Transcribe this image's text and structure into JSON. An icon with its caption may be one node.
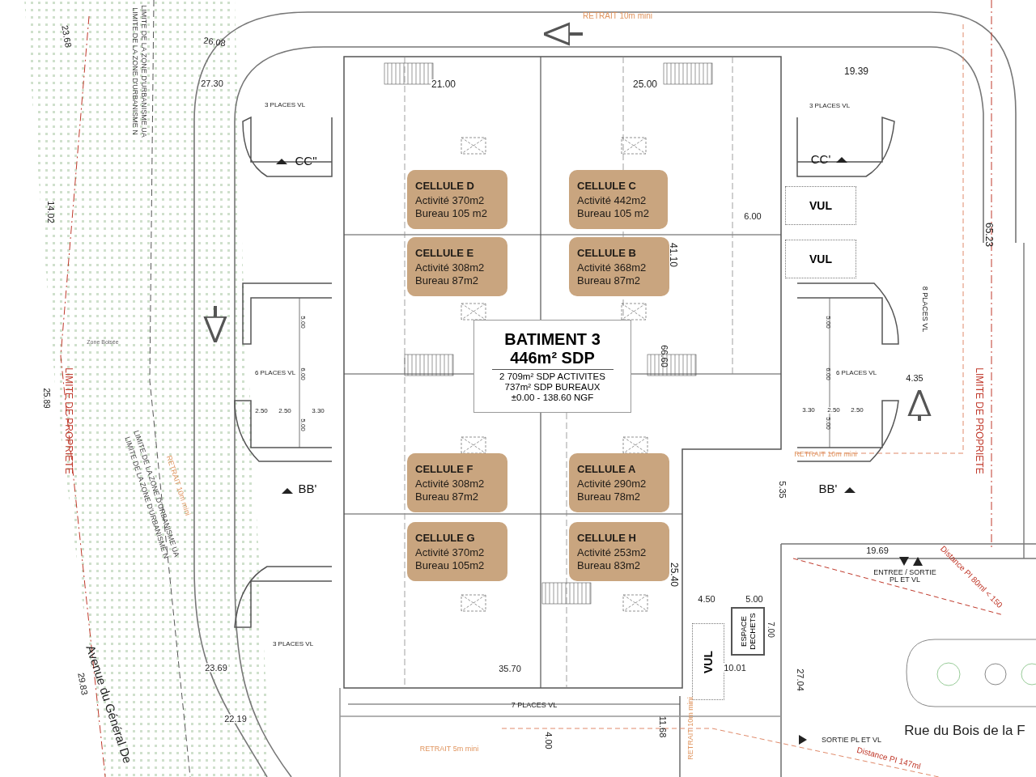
{
  "diagram": {
    "nodes": [
      {
        "text": [
          "BATIMENT 3 446m² SDP",
          "2 709m² SDP ACTIVITES 737m² SDP BUREAUX ±0.00 - 138.60 NGF"
        ]
      },
      {
        "text": [
          "CELLULE D",
          "Activité 370m2 Bureau 105 m2"
        ]
      },
      {
        "text": [
          "CELLULE C",
          "Activité 442m2 Bureau 105 m2"
        ]
      },
      {
        "text": [
          "CELLULE E",
          "Activité 308m2 Bureau 87m2"
        ]
      },
      {
        "text": [
          "CELLULE B",
          "Activité 368m2 Bureau 87m2"
        ]
      },
      {
        "text": [
          "CELLULE F",
          "Activité 308m2 Bureau 87m2"
        ]
      },
      {
        "text": [
          "CELLULE A",
          "Activité 290m2 Bureau 78m2"
        ]
      },
      {
        "text": [
          "CELLULE G",
          "Activité 370m2 Bureau 105m2"
        ]
      },
      {
        "text": [
          "CELLULE H",
          "Activité 253m2 Bureau 83m2"
        ]
      },
      {
        "text": [
          "VUL"
        ]
      },
      {
        "text": [
          "VUL"
        ]
      },
      {
        "text": [
          "ESPACE DECHETS"
        ]
      },
      {
        "text": [
          "VUL"
        ]
      }
    ],
    "labels": [
      "23.68",
      "26.08",
      "LIMITE DE LA ZONE D'URBANISME N",
      "LIMITE DE LA ZONE D'URBANISME UA",
      "RETRAIT 10m mini",
      "27.30",
      "21.00",
      "25.00",
      "19.39",
      "3 PLACES VL",
      "3 PLACES VL",
      "CC\"",
      "CC'",
      "14.02",
      "65.23",
      "6.00",
      "41.10",
      "5.00",
      "5.00",
      "Zone Boisée",
      "6 PLACES VL",
      "6.00",
      "6.00",
      "6 PLACES VL",
      "66.60",
      "8 PLACES VL",
      "4.35",
      "LIMITE DE PROPRIETE",
      "LIMITE DE PROPRIETE",
      "25.89",
      "2.50",
      "2.50",
      "3.30",
      "3.30",
      "2.50",
      "2.50",
      "5.00",
      "5.00",
      "RETRAIT 10m mini",
      "LIMITE DE LA ZONE D'URBANISME N",
      "LIMITE DE LA ZONE D'URBANISME UA",
      "RETRAIT 10m mini",
      "BB'",
      "BB'",
      "5.35",
      "19.69",
      "ENTREE / SORTIE PL ET VL",
      "Distance PI 80ml < 150",
      "25.40",
      "4.50",
      "5.00",
      "7.00",
      "3 PLACES VL",
      "29.83",
      "23.69",
      "35.70",
      "10.01",
      "27.04",
      "Avenue du Général De",
      "22.19",
      "7 PLACES VL",
      "11.68",
      "RETRAIT 10m mini",
      "4.00",
      "SORTIE PL ET VL",
      "Rue du Bois de la F",
      "RETRAIT 5m mini",
      "Distance PI 147ml"
    ]
  }
}
